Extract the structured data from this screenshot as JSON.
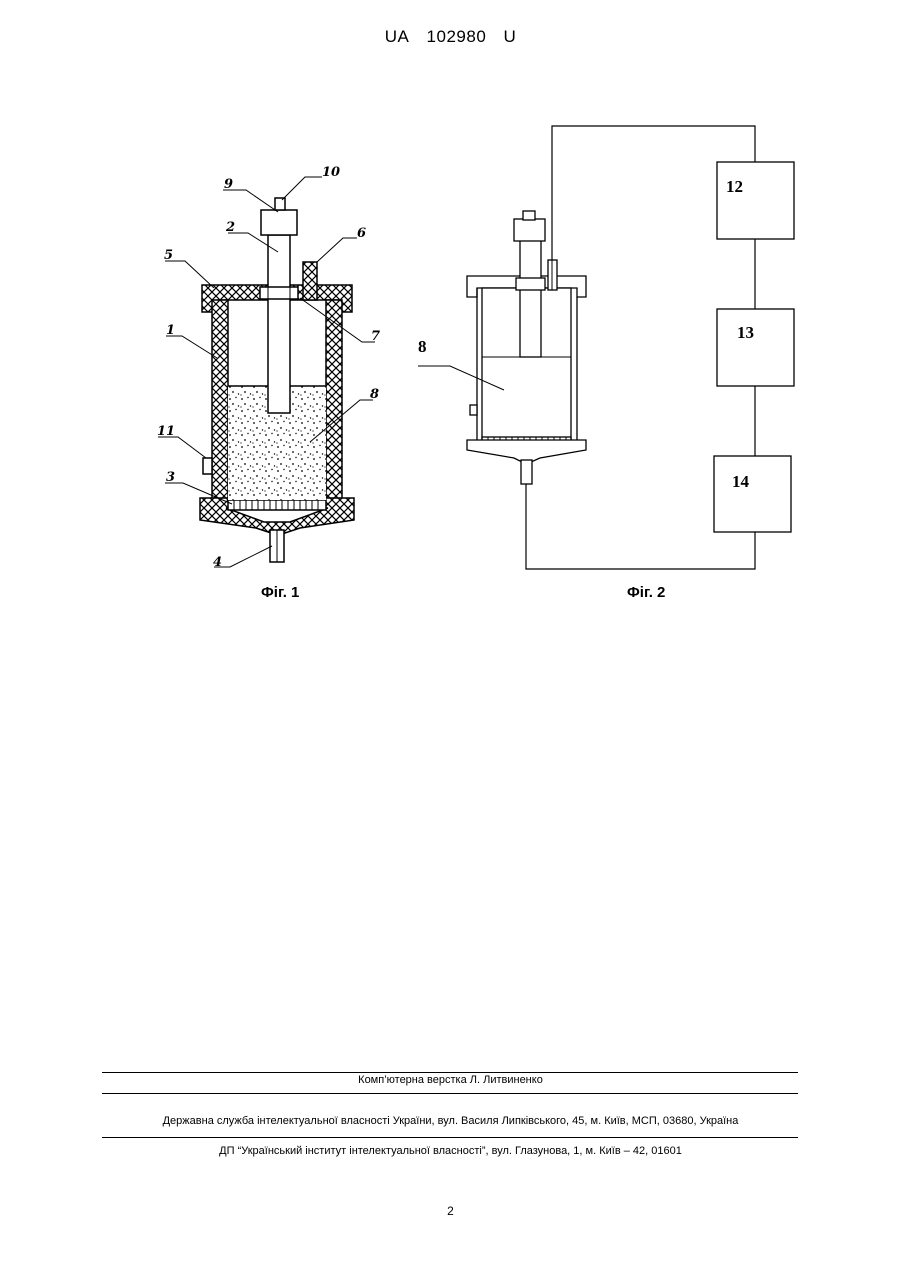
{
  "header": {
    "country": "UA",
    "number": "102980",
    "kind": "U"
  },
  "figures": {
    "fig1": {
      "caption": "Фіг. 1",
      "labels": {
        "l1": "1",
        "l2": "2",
        "l3": "3",
        "l4": "4",
        "l5": "5",
        "l6": "6",
        "l7": "7",
        "l8": "8",
        "l9": "9",
        "l10": "10",
        "l11": "11"
      }
    },
    "fig2": {
      "caption": "Фіг. 2",
      "labels": {
        "l8": "8",
        "b12": "12",
        "b13": "13",
        "b14": "14"
      }
    }
  },
  "footer": {
    "typesetting": "Комп’ютерна верстка Л. Литвиненко",
    "line1": "Державна служба інтелектуальної власності України, вул. Василя Липківського, 45, м. Київ, МСП, 03680, Україна",
    "line2": "ДП “Український інститут інтелектуальної власності”, вул. Глазунова, 1, м. Київ – 42, 01601"
  },
  "page_number": "2"
}
